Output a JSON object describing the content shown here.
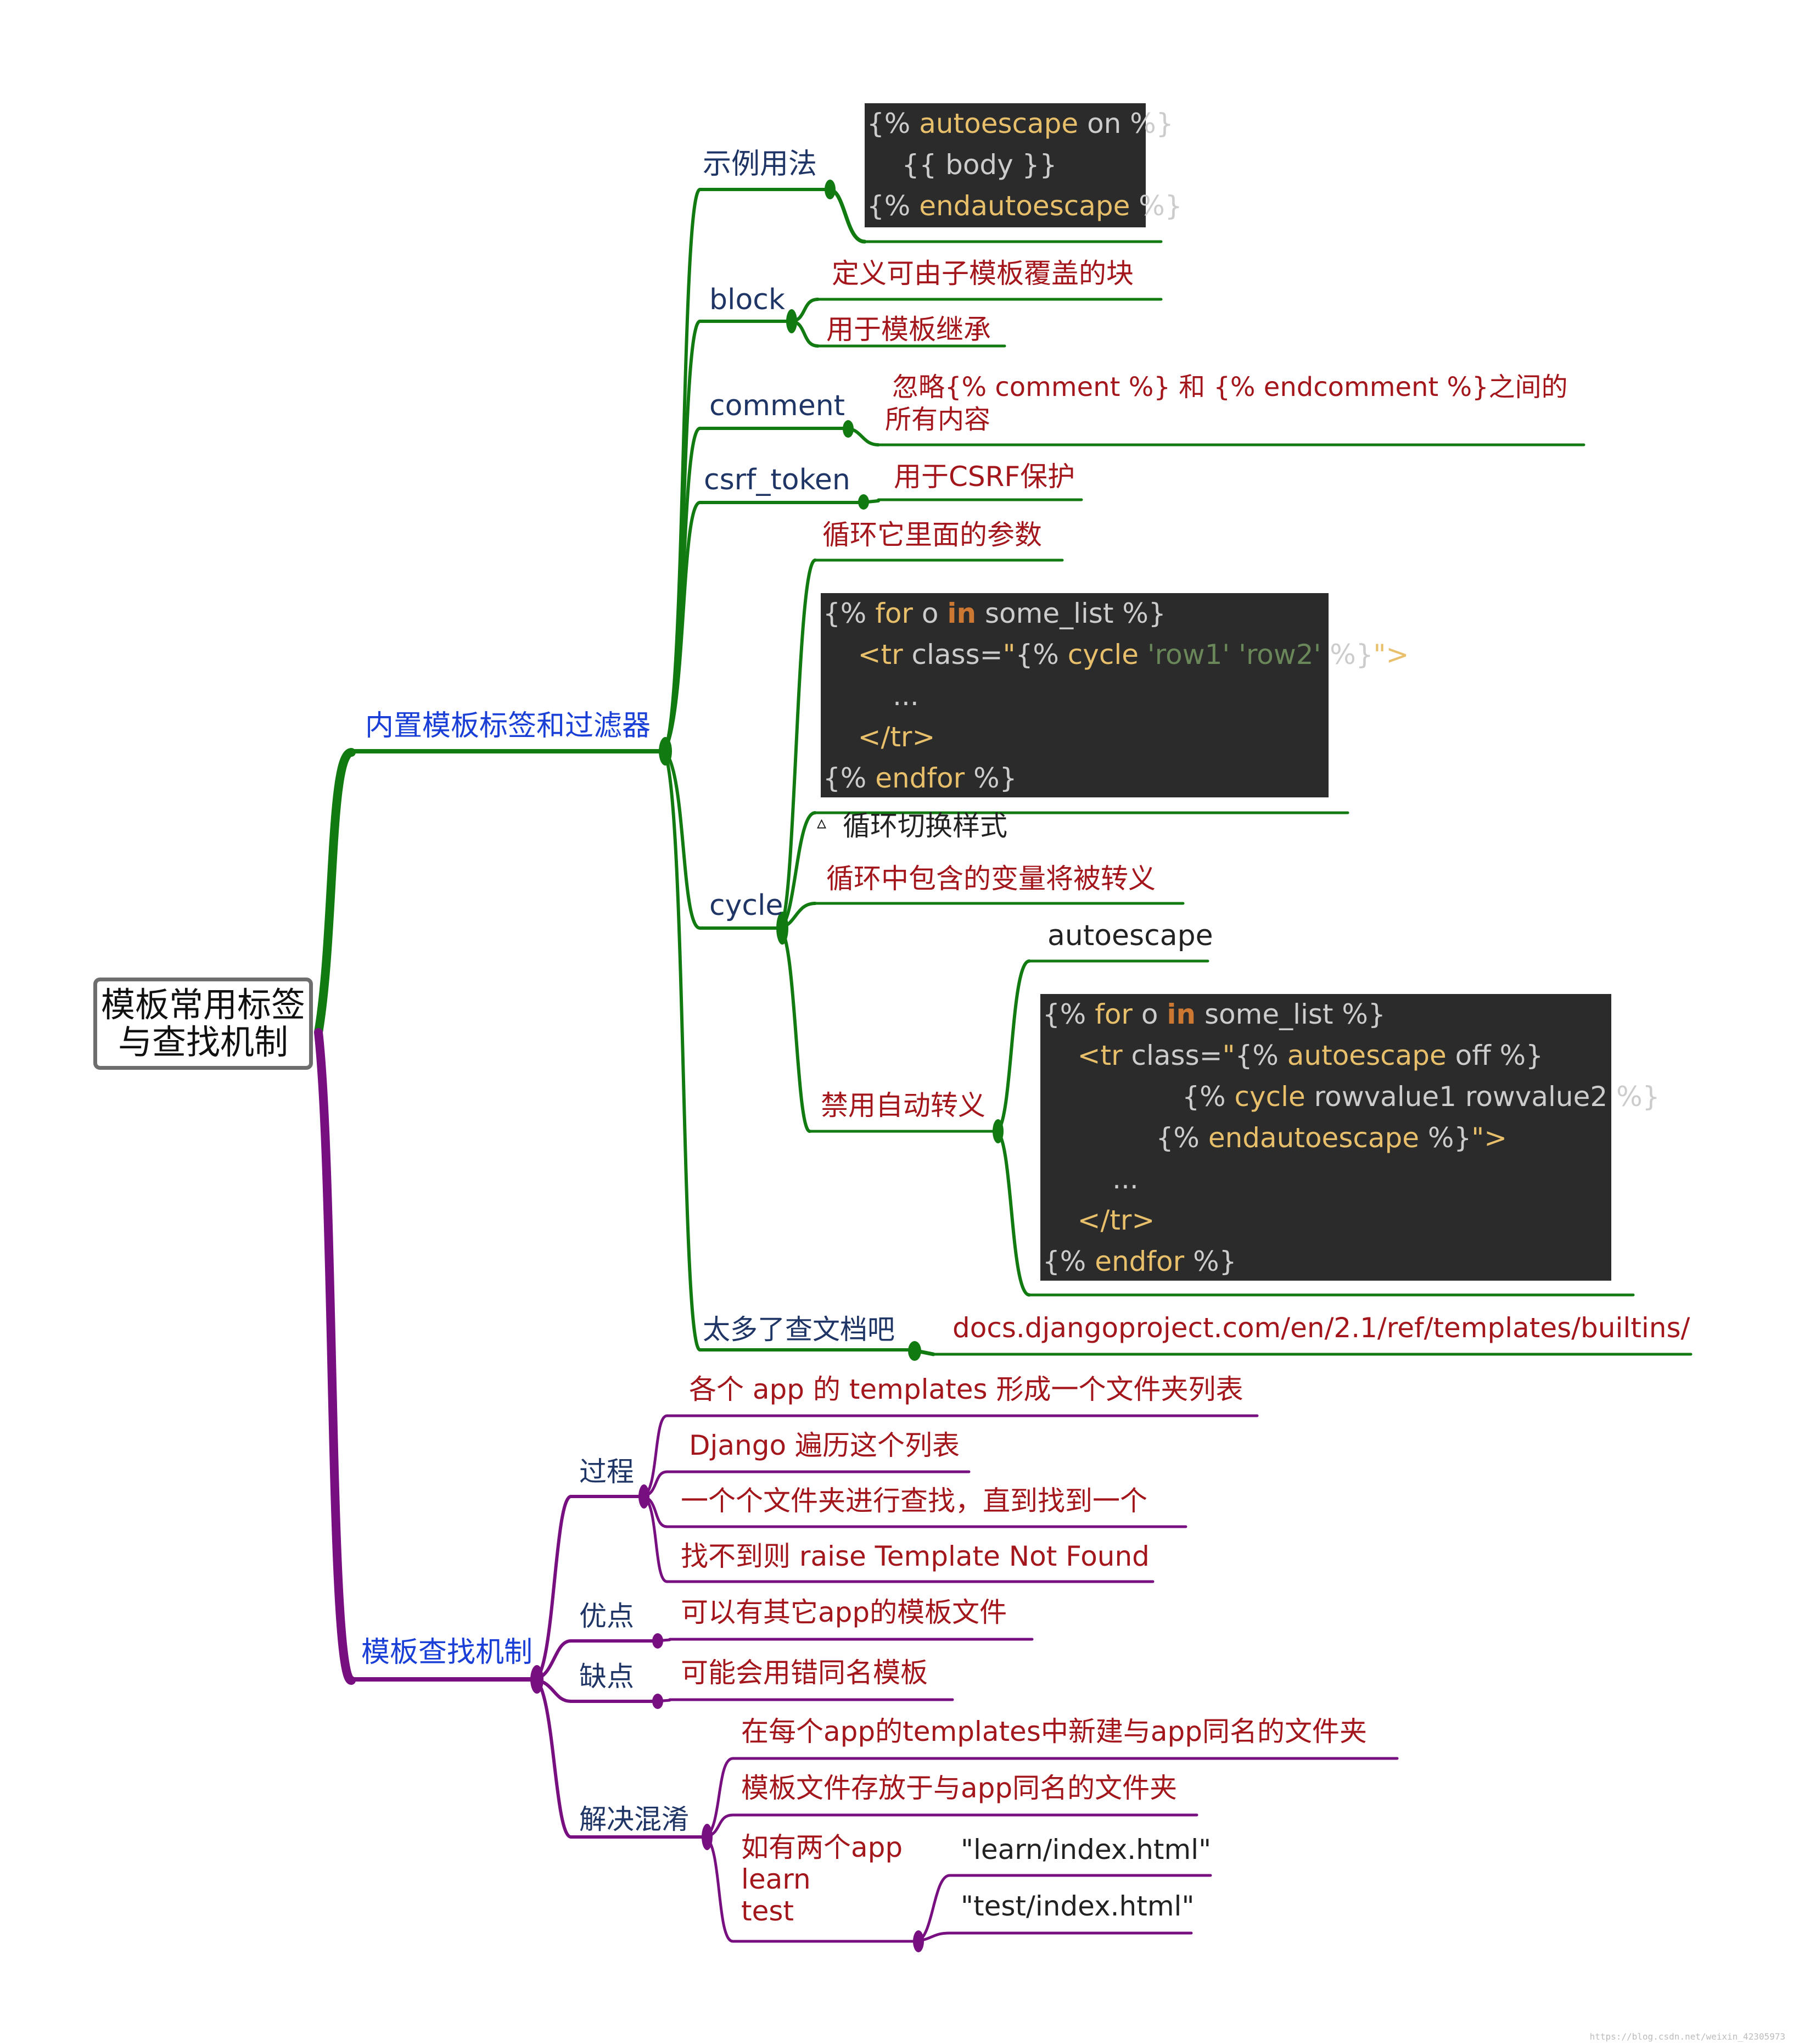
{
  "root": {
    "line1": "模板常用标签",
    "line2": "与查找机制"
  },
  "branch1": {
    "label": "内置模板标签和过滤器",
    "autoescape": {
      "label": "示例用法",
      "code": [
        "{% autoescape on %}",
        "{{ body }}",
        "{% endautoescape %}"
      ]
    },
    "block": {
      "label": "block",
      "items": [
        "定义可由子模板覆盖的块",
        "用于模板继承"
      ]
    },
    "comment": {
      "label": "comment",
      "desc_line1": "忽略{% comment %} 和 {% endcomment %}之间的",
      "desc_line2": "所有内容"
    },
    "csrf": {
      "label": "csrf_token",
      "desc": "用于CSRF保护"
    },
    "cycle": {
      "label": "cycle",
      "loop_desc": "循环它里面的参数",
      "code": [
        "{% for o in some_list %}",
        "<tr class=\"{% cycle 'row1' 'row2' %}\">",
        "...",
        "</tr>",
        "{% endfor %}"
      ],
      "toggle_label": "循环切换样式",
      "escape_note": "循环中包含的变量将被转义",
      "disable": {
        "label": "禁用自动转义",
        "tag": "autoescape",
        "code": [
          "{% for o in some_list %}",
          "<tr class=\"{% autoescape off %}",
          "{% cycle rowvalue1 rowvalue2 %}",
          "{% endautoescape %}\">",
          "...",
          "</tr>",
          "{% endfor %}"
        ]
      }
    },
    "more": {
      "label": "太多了查文档吧",
      "url": "docs.djangoproject.com/en/2.1/ref/templates/builtins/"
    }
  },
  "branch2": {
    "label": "模板查找机制",
    "process": {
      "label": "过程",
      "items": [
        "各个 app 的 templates 形成一个文件夹列表",
        "Django 遍历这个列表",
        "一个个文件夹进行查找，直到找到一个",
        "找不到则 raise Template Not Found"
      ]
    },
    "pros": {
      "label": "优点",
      "item": "可以有其它app的模板文件"
    },
    "cons": {
      "label": "缺点",
      "item": "可能会用错同名模板"
    },
    "solution": {
      "label": "解决混淆",
      "items": [
        "在每个app的templates中新建与app同名的文件夹",
        "模板文件存放于与app同名的文件夹"
      ],
      "example": {
        "line1": "如有两个app",
        "line2": "learn",
        "line3": "test",
        "paths": [
          "\"learn/index.html\"",
          "\"test/index.html\""
        ]
      }
    }
  },
  "watermark": "https://blog.csdn.net/weixin_42305973",
  "colors": {
    "green": "#117a11",
    "purple": "#770f80",
    "blue_text": "#1a3fd6",
    "red_text": "#a3161c",
    "navy_text": "#1f3566",
    "code_bg": "#2b2b2b"
  }
}
